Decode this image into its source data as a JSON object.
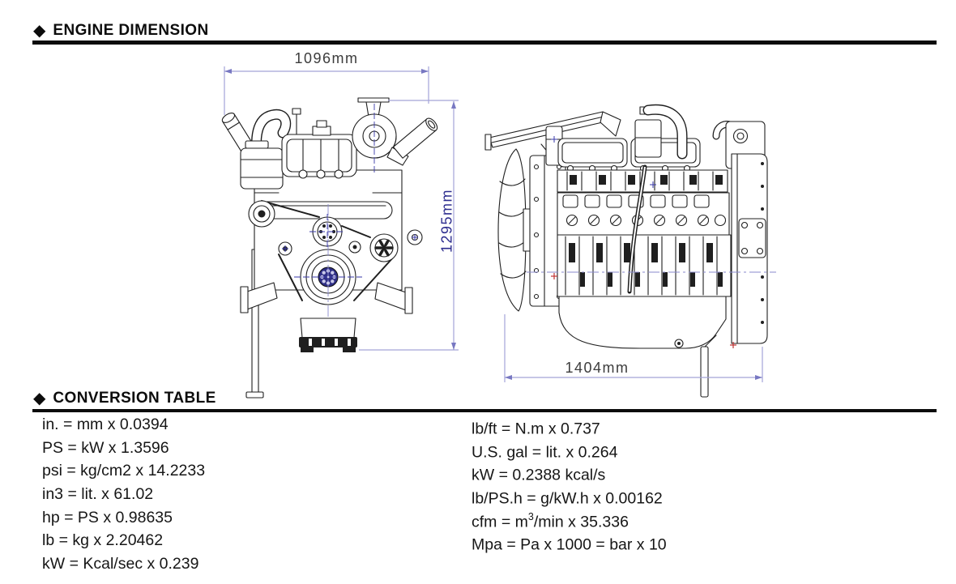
{
  "header": {
    "marker": "◆",
    "title": "ENGINE DIMENSION"
  },
  "conversion": {
    "marker": "◆",
    "title": "CONVERSION TABLE",
    "left": [
      "in. = mm x 0.0394",
      "PS = kW x 1.3596",
      "psi = kg/cm2 x 14.2233",
      "in3 = lit. x 61.02",
      "hp = PS x 0.98635",
      "lb = kg x 2.20462",
      "kW = Kcal/sec x 0.239"
    ],
    "right": [
      {
        "pre": "lb/ft = N.m x 0.737",
        "sup": "",
        "post": ""
      },
      {
        "pre": "U.S. gal = lit. x 0.264",
        "sup": "",
        "post": ""
      },
      {
        "pre": "kW = 0.2388 kcal/s",
        "sup": "",
        "post": ""
      },
      {
        "pre": "lb/PS.h = g/kW.h x 0.00162",
        "sup": "",
        "post": ""
      },
      {
        "pre": "cfm = m",
        "sup": "3",
        "post": "/min x 35.336"
      },
      {
        "pre": "Mpa = Pa x 1000 = bar x 10",
        "sup": "",
        "post": ""
      }
    ]
  },
  "dimensions": {
    "front_width": "1096mm",
    "front_height": "1295mm",
    "side_length": "1404mm"
  },
  "colors": {
    "drawing_line": "#1f1f1f",
    "dimension_line": "#a3a3d8",
    "dimension_arrow": "#7878c2",
    "dimension_label_dark": "#3c3c3c",
    "dimension_label_blue": "#2c2c8e",
    "accent_blue": "#3a3aa8",
    "accent_red": "#c23434",
    "hub_blue": "#2e2e85"
  }
}
